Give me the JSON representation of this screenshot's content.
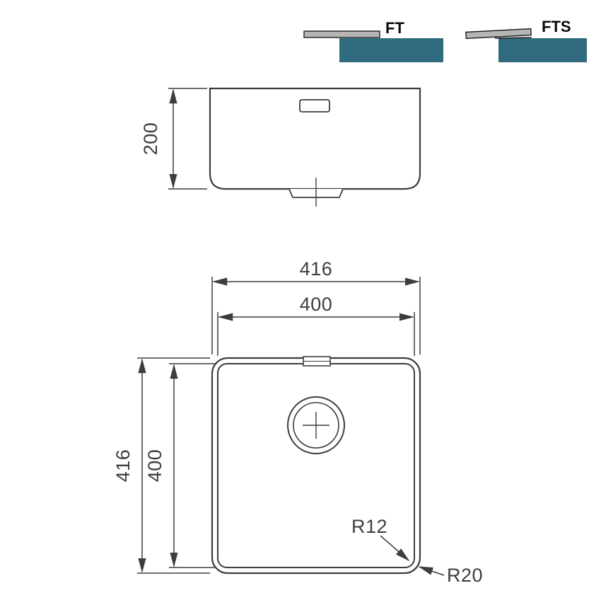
{
  "colors": {
    "line": "#3d3d3d",
    "teal": "#2f6a7e",
    "countertop_gray": "#b5b5b5"
  },
  "mounting": {
    "ft_label": "FT",
    "fts_label": "FTS"
  },
  "side_view": {
    "depth": "200"
  },
  "top_view": {
    "outer_width": "416",
    "inner_width": "400",
    "outer_height": "416",
    "inner_height": "400",
    "inner_corner_radius": "R12",
    "outer_corner_radius": "R20"
  }
}
